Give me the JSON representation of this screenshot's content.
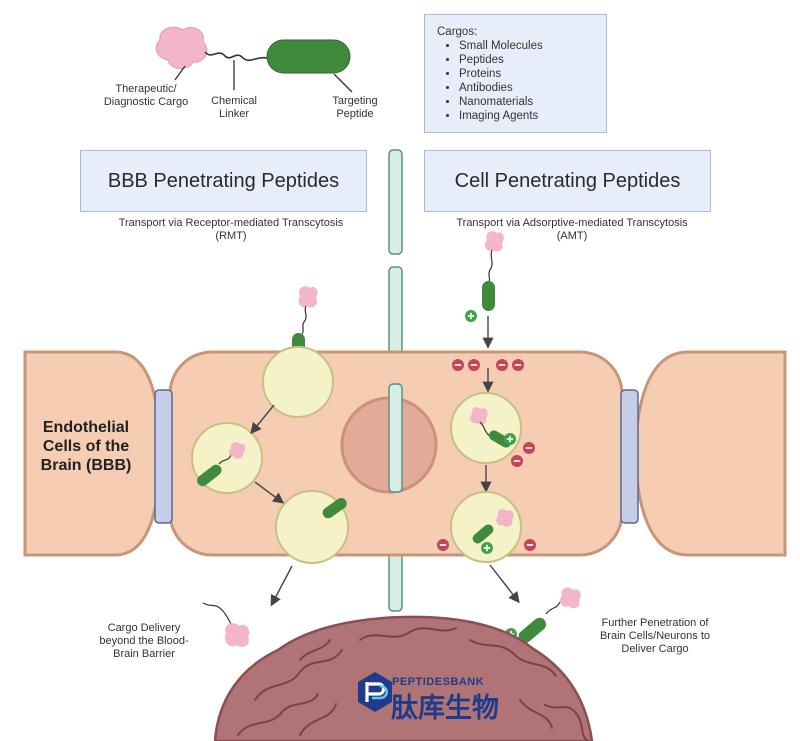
{
  "legend": {
    "cargo_label": "Therapeutic/\nDiagnostic Cargo",
    "linker_label": "Chemical\nLinker",
    "peptide_label": "Targeting\nPeptide"
  },
  "cargos": {
    "heading": "Cargos:",
    "items": [
      "Small Molecules",
      "Peptides",
      "Proteins",
      "Antibodies",
      "Nanomaterials",
      "Imaging Agents"
    ]
  },
  "left_panel": {
    "title": "BBB Penetrating Peptides",
    "subtitle": "Transport via Receptor-mediated Transcytosis\n(RMT)",
    "outcome": "Cargo Delivery\nbeyond the Blood-\nBrain Barrier"
  },
  "right_panel": {
    "title": "Cell Penetrating Peptides",
    "subtitle": "Transport via Adsorptive-mediated Transcytosis\n(AMT)",
    "outcome": "Further Penetration of\nBrain Cells/Neurons to\nDeliver Cargo"
  },
  "cell_label": "Endothelial\nCells of the\nBrain (BBB)",
  "brand": {
    "en": "PEPTIDESBANK",
    "cn": "肽库生物"
  },
  "colors": {
    "cell_fill": "#f5cdb3",
    "cell_stroke": "#c9957a",
    "vesicle_fill": "#f5f2c9",
    "vesicle_stroke": "#c8c083",
    "peptide": "#3f8a3c",
    "cargo": "#f3b6c8",
    "charge_neg": "#c4455a",
    "charge_pos": "#3da24a",
    "brain": "#a8686b",
    "title_box": "#e8eef9"
  }
}
